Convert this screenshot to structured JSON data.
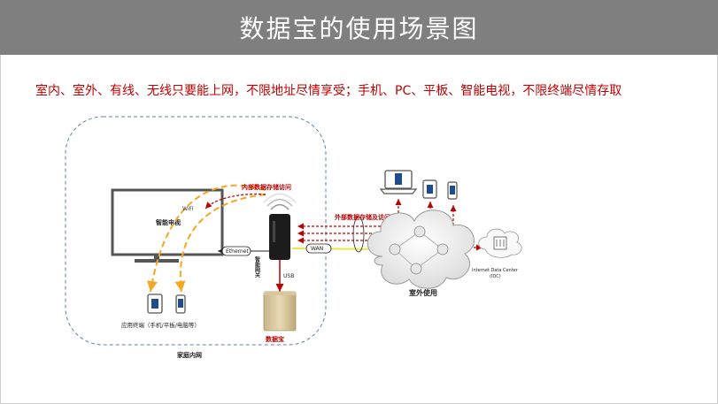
{
  "title": "数据宝的使用场景图",
  "subtitle": "室内、室外、有线、无线只要能上网，不限地址尽情享受；手机、PC、平板、智能电视，不限终端尽情存取",
  "home": {
    "tv_label": "智能电视",
    "wifi_label": "WiFi",
    "ethernet_label": "Ethernet",
    "router_label": "智能网关",
    "internal_access_label": "内部数据存储访问",
    "terminals_label": "应用终端（手机/平板/电脑等）",
    "usb_label": "USB",
    "device_label": "数据宝",
    "lan_label": "家庭内网"
  },
  "outdoor": {
    "external_access_label": "外部数据存储及访问",
    "wan_label": "WAN",
    "cloud_label": "室外使用",
    "idc_label_1": "Internet Data Center",
    "idc_label_2": "(IDC)"
  },
  "colors": {
    "title_bg": "#7f7f7f",
    "accent_red": "#c00000",
    "dash_orange": "#f5a623",
    "lan_border": "#5b7fb5"
  },
  "icons": [
    "tv-icon",
    "router-icon",
    "tablet-icon",
    "phone-icon",
    "laptop-icon",
    "cloud-icon",
    "server-icon",
    "storage-device-icon"
  ]
}
